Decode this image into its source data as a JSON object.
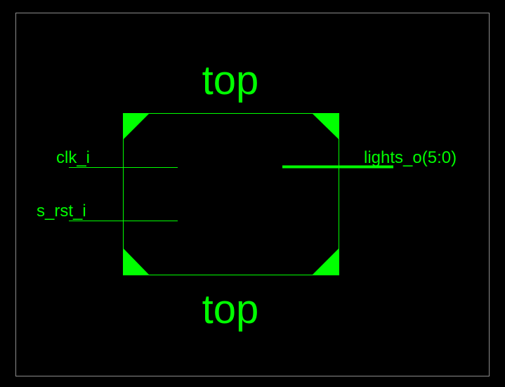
{
  "schematic": {
    "component_name_top": "top",
    "component_name_bottom": "top",
    "inputs": [
      {
        "name": "clk_i"
      },
      {
        "name": "s_rst_i"
      }
    ],
    "outputs": [
      {
        "name": "lights_o(5:0)",
        "is_bus": true
      }
    ]
  },
  "colors": {
    "background": "#000000",
    "frame": "#8c8c8c",
    "symbol": "#00ff00"
  }
}
